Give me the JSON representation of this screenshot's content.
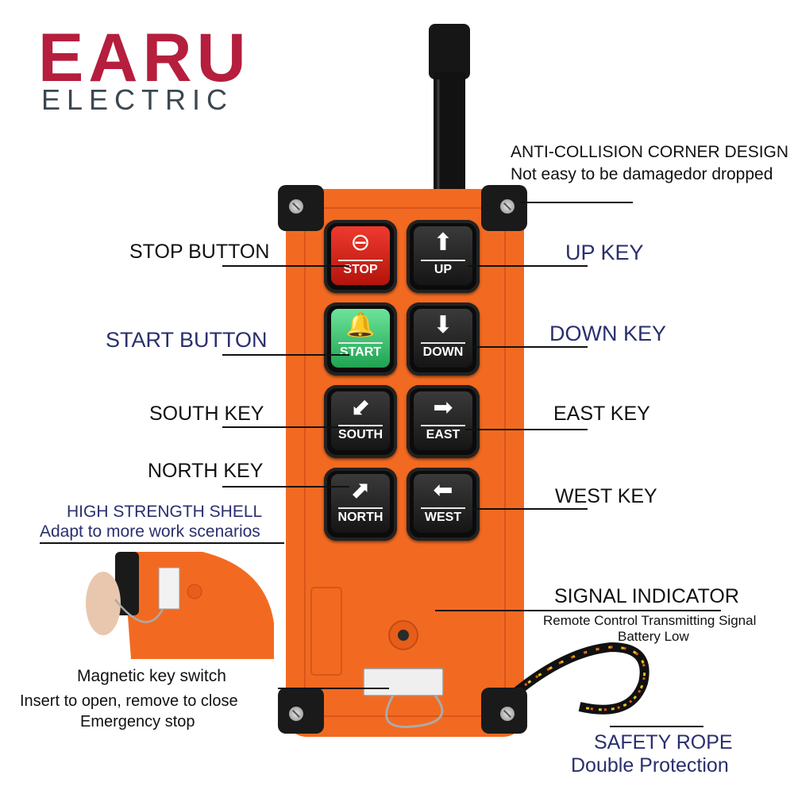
{
  "brand": {
    "name": "EARU",
    "subtitle": "ELECTRIC"
  },
  "callouts": {
    "corner": {
      "title": "ANTI-COLLISION CORNER DESIGN",
      "desc": "Not easy to be damagedor dropped"
    },
    "stop": "STOP BUTTON",
    "start": "START BUTTON",
    "south": "SOUTH KEY",
    "north": "NORTH KEY",
    "up": "UP KEY",
    "down": "DOWN KEY",
    "east": "EAST KEY",
    "west": "WEST KEY",
    "shell": {
      "title": "HIGH STRENGTH SHELL",
      "desc": "Adapt to more work scenarios"
    },
    "signal": {
      "title": "SIGNAL INDICATOR",
      "desc1": "Remote Control Transmitting Signal",
      "desc2": "Battery Low"
    },
    "key_switch": {
      "title": "Magnetic key switch",
      "desc1": "Insert to open, remove to close",
      "desc2": "Emergency stop"
    },
    "rope": {
      "title": "SAFETY ROPE",
      "desc": "Double Protection"
    }
  },
  "keys": {
    "stop": {
      "label": "STOP",
      "glyph": "⊖"
    },
    "up": {
      "label": "UP",
      "glyph": "⬆"
    },
    "start": {
      "label": "START",
      "glyph": "🔔"
    },
    "down": {
      "label": "DOWN",
      "glyph": "⬇"
    },
    "south": {
      "label": "SOUTH",
      "glyph": "⬋"
    },
    "east": {
      "label": "EAST",
      "glyph": "➡"
    },
    "north": {
      "label": "NORTH",
      "glyph": "⬈"
    },
    "west": {
      "label": "WEST",
      "glyph": "⬅"
    }
  },
  "colors": {
    "brand": "#b51e3d",
    "shell": "#f26a21",
    "stop": "#d9251b",
    "start": "#3fc473",
    "label_blue": "#2a2f6e"
  }
}
